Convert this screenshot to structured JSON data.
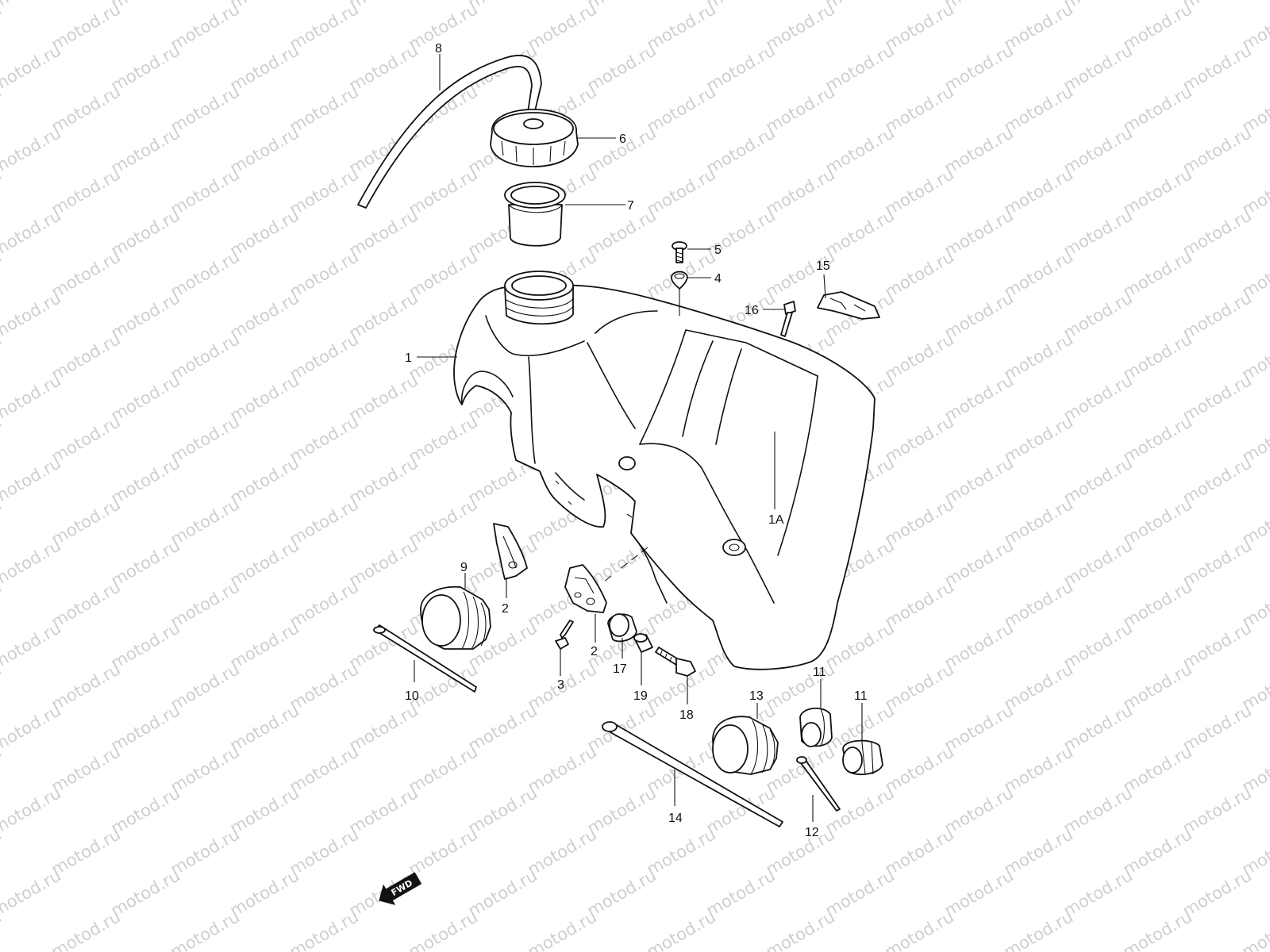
{
  "watermark": {
    "text": "motod.ru"
  },
  "direction_badge": {
    "text": "FWD"
  },
  "callouts": [
    {
      "id": "8",
      "text": "8"
    },
    {
      "id": "6",
      "text": "6"
    },
    {
      "id": "7",
      "text": "7"
    },
    {
      "id": "5",
      "text": "5"
    },
    {
      "id": "4",
      "text": "4"
    },
    {
      "id": "15",
      "text": "15"
    },
    {
      "id": "16",
      "text": "16"
    },
    {
      "id": "1",
      "text": "1"
    },
    {
      "id": "1A",
      "text": "1A"
    },
    {
      "id": "9",
      "text": "9"
    },
    {
      "id": "2a",
      "text": "2"
    },
    {
      "id": "2b",
      "text": "2"
    },
    {
      "id": "3",
      "text": "3"
    },
    {
      "id": "17",
      "text": "17"
    },
    {
      "id": "19",
      "text": "19"
    },
    {
      "id": "18",
      "text": "18"
    },
    {
      "id": "10",
      "text": "10"
    },
    {
      "id": "13",
      "text": "13"
    },
    {
      "id": "11a",
      "text": "11"
    },
    {
      "id": "11b",
      "text": "11"
    },
    {
      "id": "14",
      "text": "14"
    },
    {
      "id": "12",
      "text": "12"
    }
  ]
}
